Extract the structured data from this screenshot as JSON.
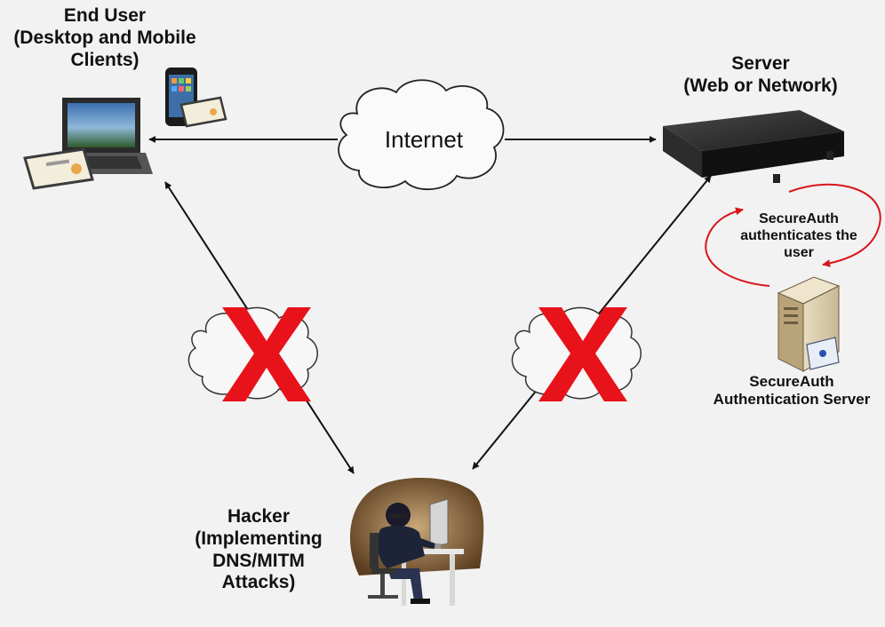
{
  "end_user": {
    "line1": "End User",
    "line2": "(Desktop and Mobile",
    "line3": "Clients)"
  },
  "server": {
    "line1": "Server",
    "line2": "(Web or Network)"
  },
  "internet": {
    "label": "Internet"
  },
  "secureauth_note": {
    "line1": "SecureAuth",
    "line2": "authenticates the",
    "line3": "user"
  },
  "auth_server": {
    "line1": "SecureAuth",
    "line2": "Authentication Server"
  },
  "hacker": {
    "line1": "Hacker",
    "line2": "(Implementing",
    "line3": "DNS/MITM",
    "line4": "Attacks)"
  },
  "colors": {
    "background": "#f2f2f2",
    "blocked_x": "#e8121a",
    "auth_loop": "#d9151c",
    "arrow": "#111111"
  }
}
